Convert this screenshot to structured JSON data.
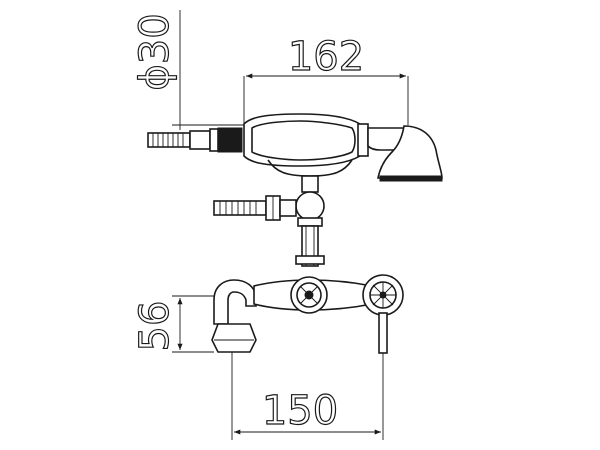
{
  "dimensions": {
    "handshower_length": "162",
    "handle_diameter": "ϕ30",
    "spout_height": "56",
    "center_distance": "150"
  }
}
